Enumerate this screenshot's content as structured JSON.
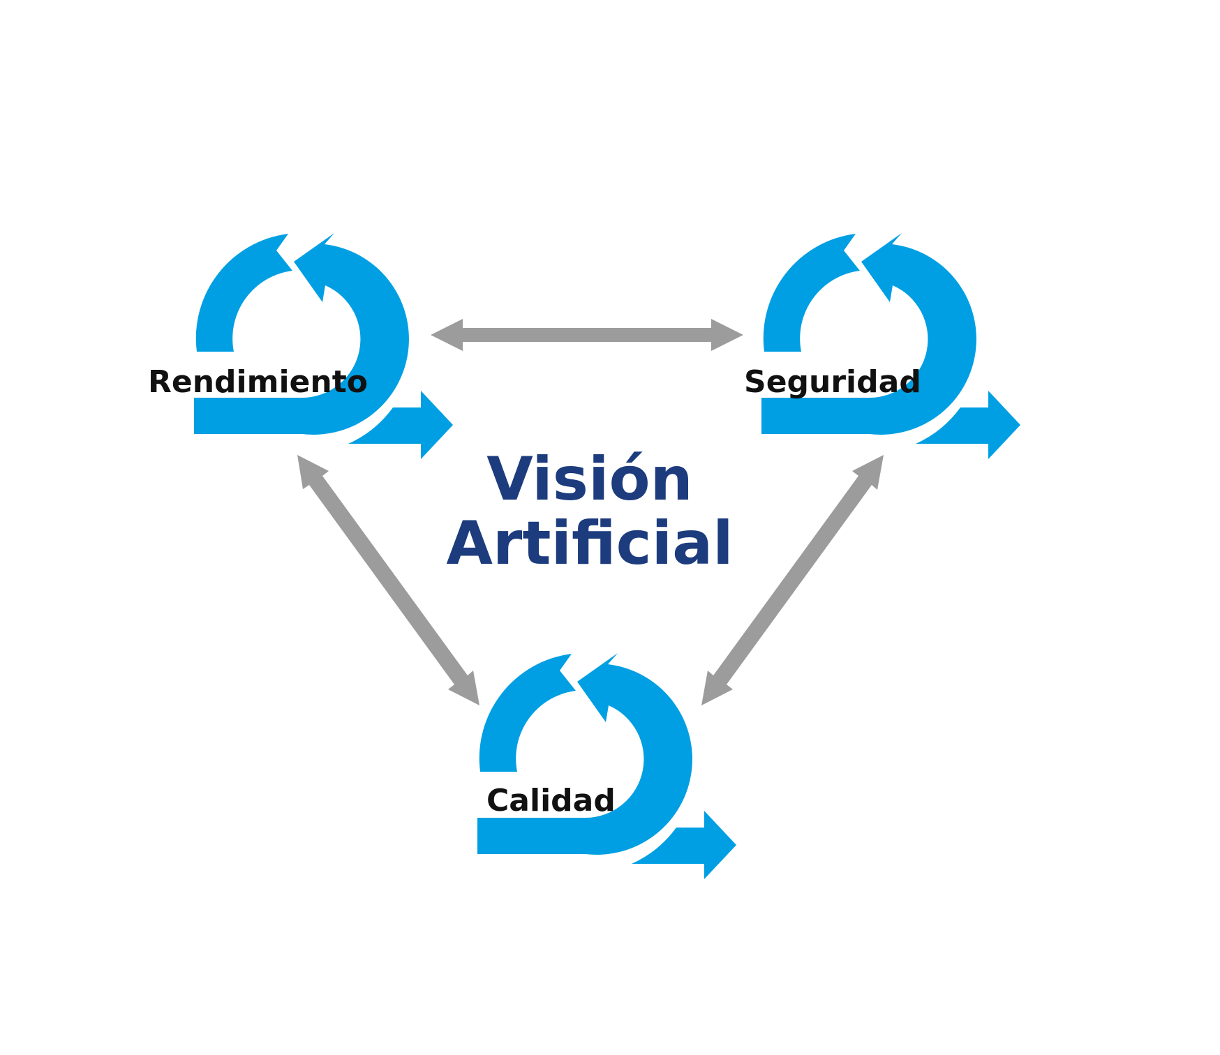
{
  "center_title": {
    "line1": "Visión",
    "line2": "Artificial"
  },
  "nodes": [
    {
      "id": "rendimiento",
      "label": "Rendimiento",
      "icon": "cycle-arrow-icon"
    },
    {
      "id": "seguridad",
      "label": "Seguridad",
      "icon": "cycle-arrow-icon"
    },
    {
      "id": "calidad",
      "label": "Calidad",
      "icon": "cycle-arrow-icon"
    }
  ],
  "connectors": [
    {
      "from": "rendimiento",
      "to": "seguridad",
      "direction": "bidirectional"
    },
    {
      "from": "rendimiento",
      "to": "calidad",
      "direction": "bidirectional"
    },
    {
      "from": "seguridad",
      "to": "calidad",
      "direction": "bidirectional"
    }
  ],
  "colors": {
    "cycle_blue": "#009FE3",
    "connector_gray": "#9C9C9C",
    "title_navy": "#1D3C7E",
    "label_text": "#111111",
    "background": "#FFFFFF"
  }
}
